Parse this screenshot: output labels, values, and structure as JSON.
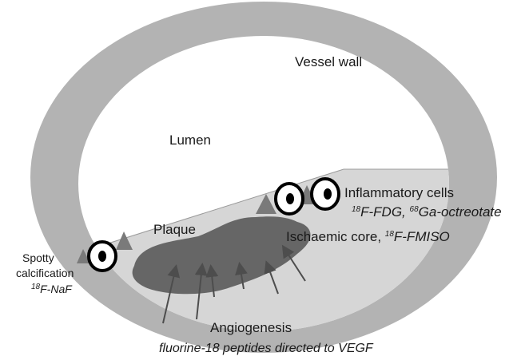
{
  "labels": {
    "vessel_wall": "Vessel wall",
    "lumen": "Lumen",
    "plaque": "Plaque",
    "inflammatory_cells": "Inflammatory cells",
    "inflammatory_tracer_fdg_sup": "18",
    "inflammatory_tracer_fdg": "F-FDG, ",
    "inflammatory_tracer_ga_sup": "68",
    "inflammatory_tracer_ga": "Ga-octreotate",
    "ischaemic_core": "Ischaemic core, ",
    "ischaemic_tracer_sup": "18",
    "ischaemic_tracer": "F-FMISO",
    "spotty_line1": "Spotty",
    "spotty_line2": "calcification",
    "spotty_tracer_sup": "18",
    "spotty_tracer": "F-NaF",
    "angiogenesis": "Angiogenesis",
    "angiogenesis_tracer": "fluorine-18 peptides directed to VEGF"
  },
  "colors": {
    "vessel_wall": "#b3b3b3",
    "lumen": "#ffffff",
    "plaque": "#d6d6d6",
    "core": "#666666",
    "triangle": "#7a7a7a",
    "arrow": "#4d4d4d",
    "cell_ring": "#000000"
  }
}
